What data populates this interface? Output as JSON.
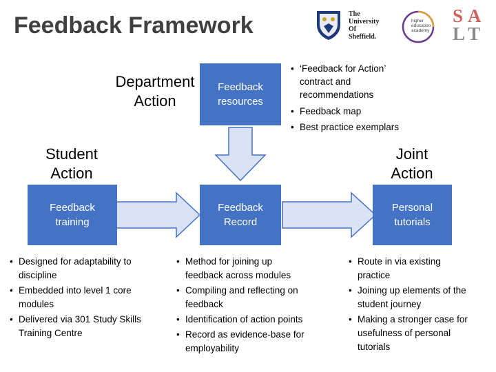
{
  "title": "Feedback Framework",
  "logos": {
    "university_line1": "The",
    "university_line2": "University",
    "university_line3": "Of",
    "university_line4": "Sheffield.",
    "hea_line1": "higher",
    "hea_line2": "education",
    "hea_line3": "academy",
    "salt_letters": [
      "S",
      "A",
      "L",
      "T"
    ]
  },
  "labels": {
    "department_action": [
      "Department",
      "Action"
    ],
    "student_action": [
      "Student",
      "Action"
    ],
    "joint_action": [
      "Joint",
      "Action"
    ]
  },
  "boxes": {
    "feedback_resources": [
      "Feedback",
      "resources"
    ],
    "feedback_training": [
      "Feedback",
      "training"
    ],
    "feedback_record": [
      "Feedback",
      "Record"
    ],
    "personal_tutorials": [
      "Personal",
      "tutorials"
    ]
  },
  "lists": {
    "resources": [
      [
        "‘Feedback for Action’",
        "contract and",
        "recommendations"
      ],
      [
        "Feedback map"
      ],
      [
        "Best practice exemplars"
      ]
    ],
    "training": [
      [
        "Designed for adaptability to",
        "discipline"
      ],
      [
        "Embedded into level 1 core",
        "modules"
      ],
      [
        "Delivered via 301 Study Skills",
        "Training Centre"
      ]
    ],
    "record": [
      [
        "Method for joining up",
        "feedback across modules"
      ],
      [
        "Compiling and reflecting on",
        "feedback"
      ],
      [
        "Identification of action points"
      ],
      [
        "Record as evidence-base for",
        "employability"
      ]
    ],
    "tutorials": [
      [
        "Route in via existing",
        "practice"
      ],
      [
        "Joining up elements of the",
        "student journey"
      ],
      [
        "Making a stronger case for",
        "usefulness of personal",
        "tutorials"
      ]
    ]
  },
  "colors": {
    "box_fill": "#4472c4",
    "arrow_fill": "#dae3f3",
    "arrow_stroke": "#4472c4",
    "title": "#404040",
    "salt_red": "#d0625e",
    "salt_gray": "#8a8a8a",
    "sheffield_navy": "#1f3a7a",
    "hea_purple": "#6b3a8e"
  }
}
